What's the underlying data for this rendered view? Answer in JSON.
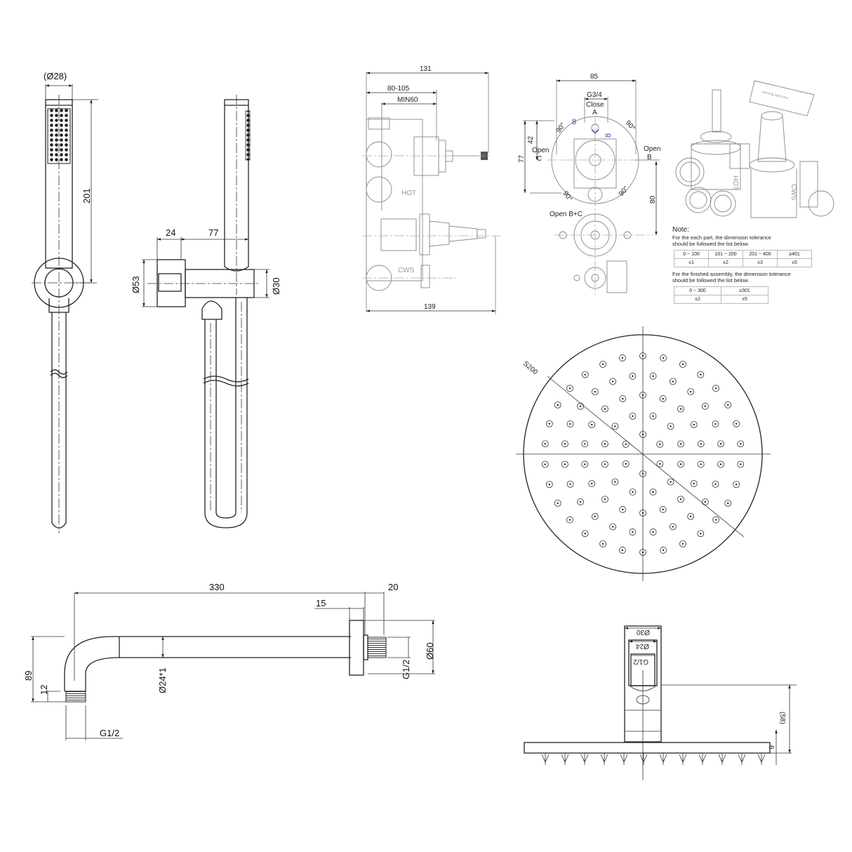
{
  "handset_front": {
    "dim_diameter": "(Ø28)",
    "dim_length": "201"
  },
  "handset_side": {
    "dim_bracket_depth": "24",
    "dim_projection": "77",
    "dim_flange_diameter": "Ø53",
    "dim_outlet_diameter": "Ø30"
  },
  "valve_side": {
    "dim_total_depth": "131",
    "dim_wall_depth_range": "80-105",
    "dim_min_depth": "MIN60",
    "dim_overall": "139",
    "label_hot": "HOT",
    "label_cws": "CWS"
  },
  "valve_front": {
    "dim_width": "85",
    "dim_thread": "G3/4",
    "label_close": "Close",
    "label_close_port": "A",
    "label_open_c": "Open",
    "label_open_c_port": "C",
    "label_open_b": "Open",
    "label_open_b_port": "B",
    "label_open_bc": "Open B+C",
    "dim_42": "42",
    "dim_77": "77",
    "dim_80": "80",
    "angle_label": "90°",
    "blue_dim_a": "8",
    "blue_dim_b": "8"
  },
  "valve_iso": {
    "label_hot": "HOT",
    "label_cws": "CWS"
  },
  "note": {
    "title": "Note:",
    "part_text_1": "For the each part, the dimension tolerance",
    "part_text_2": "should be followed the list below.",
    "part_table": {
      "ranges": [
        "0 ~ 100",
        "101 ~ 200",
        "201 ~ 400",
        "≥401"
      ],
      "tolerances": [
        "±1",
        "±2",
        "±3",
        "±5"
      ]
    },
    "assembly_text_1": "For the finished assembly, the dimension tolerance",
    "assembly_text_2": "should be followed the list below.",
    "assembly_table": {
      "ranges": [
        "0 ~ 300",
        "≥301"
      ],
      "tolerances": [
        "±2",
        "±5"
      ]
    }
  },
  "shower_head_top": {
    "dim_diameter": "S200"
  },
  "shower_arm": {
    "dim_length": "330",
    "dim_flange_depth": "15",
    "dim_thread_length": "20",
    "dim_height": "89",
    "dim_thread_height": "12",
    "dim_pipe_diameter": "Ø24*1",
    "dim_inlet_thread": "G1/2",
    "dim_outlet_thread": "G1/2",
    "dim_flange_diameter": "Ø60"
  },
  "shower_head_side": {
    "dim_outer_diameter": "Ø30",
    "dim_inner_diameter": "Ø24",
    "dim_thread": "G1/2",
    "dim_height": "(58)",
    "dim_thickness": "6"
  }
}
